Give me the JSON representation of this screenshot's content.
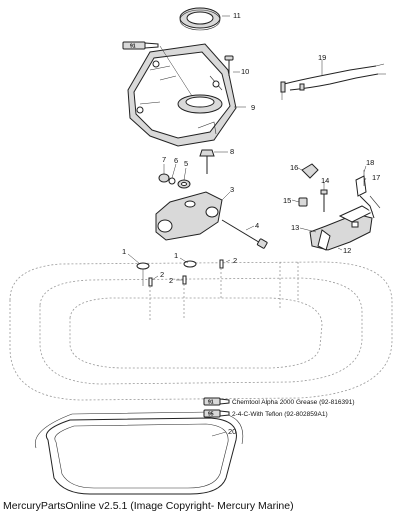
{
  "callouts": [
    "1",
    "2",
    "3",
    "4",
    "5",
    "6",
    "7",
    "8",
    "9",
    "10",
    "11",
    "12",
    "13",
    "14",
    "15",
    "16",
    "17",
    "18",
    "19",
    "20",
    "1",
    "2",
    "2"
  ],
  "legend": [
    {
      "tube": "91",
      "text": "Chemtool Alpha 2000 Grease (92-816391)"
    },
    {
      "tube": "95",
      "text": "2-4-C-With Teflon (92-802859A1)"
    }
  ],
  "tube_labels": [
    "91",
    "95"
  ],
  "footer": "MercuryPartsOnline v2.5.1 (Image Copyright- Mercury Marine)"
}
